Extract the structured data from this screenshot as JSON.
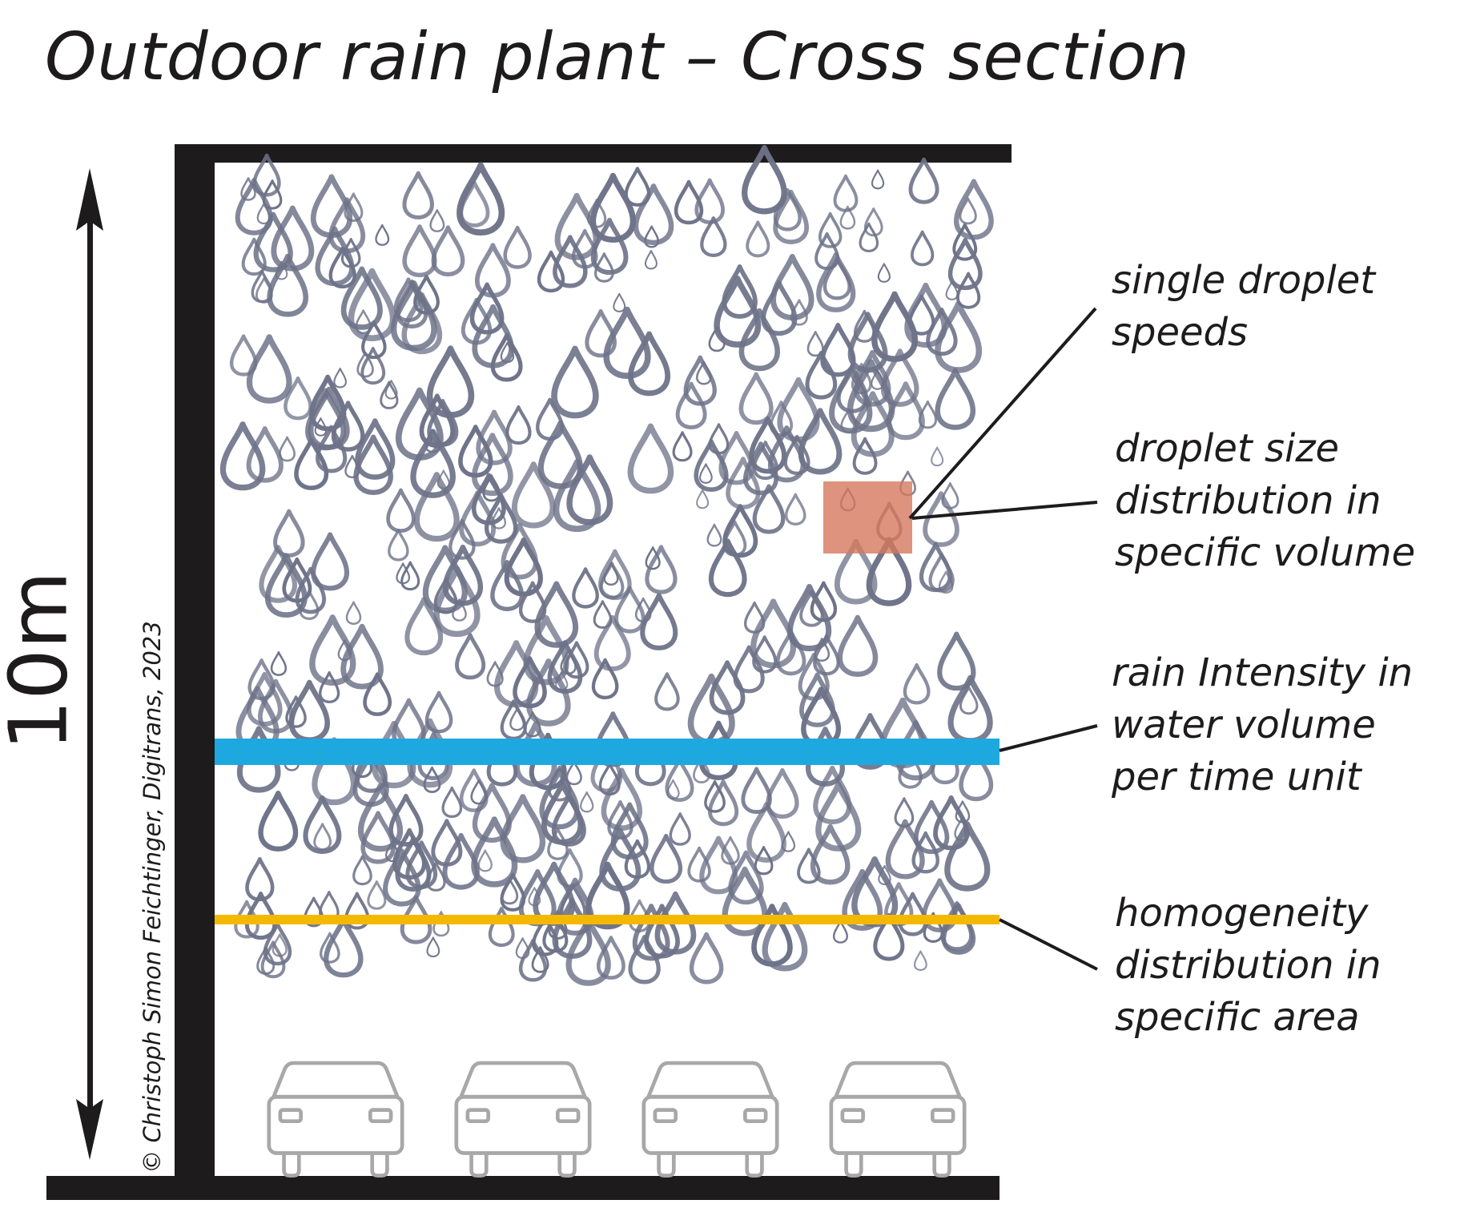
{
  "title": "Outdoor rain plant – Cross section",
  "height_label": "10m",
  "copyright": "© Christoph Simon Feichtinger, Digitrans, 2023",
  "callouts": {
    "speeds": {
      "line1": "single droplet",
      "line2": "speeds"
    },
    "size": {
      "line1": "droplet size",
      "line2": "distribution in",
      "line3": "specific volume"
    },
    "intensity": {
      "line1": "rain Intensity in",
      "line2": "water volume",
      "line3": "per time unit"
    },
    "homogeneity": {
      "line1": "homogeneity",
      "line2": "distribution in",
      "line3": "specific area"
    }
  },
  "colors": {
    "structure": "#1d1b1b",
    "droplet": "#6e7389",
    "sample_volume": "#d4785c",
    "intensity_plane": "#1ea8e0",
    "homogeneity_plane": "#f5b800",
    "car": "#a8a8a8"
  },
  "icons": {
    "droplet": "raindrop-icon",
    "car": "car-icon",
    "arrow": "double-arrow-icon"
  },
  "car_count": 4
}
